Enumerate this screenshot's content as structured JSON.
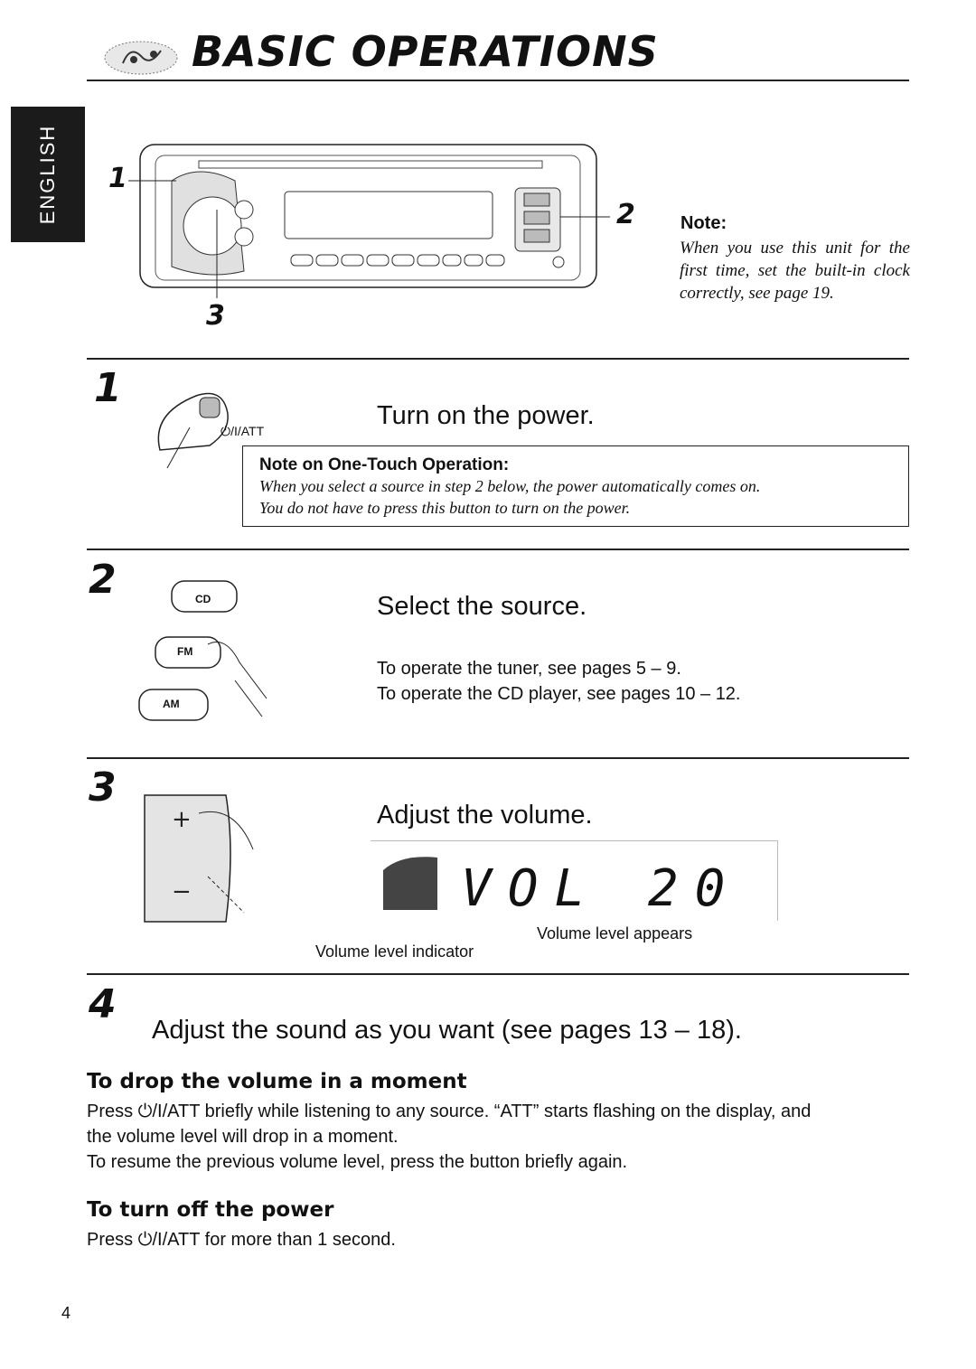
{
  "header": {
    "title": "BASIC OPERATIONS",
    "language_tab": "ENGLISH"
  },
  "diagram": {
    "callouts": [
      "1",
      "2",
      "3"
    ]
  },
  "intro_note": {
    "label": "Note:",
    "text": "When you use this unit for the first time, set the built-in clock correctly, see page 19."
  },
  "steps": [
    {
      "number": "1",
      "heading": "Turn on the power.",
      "button_label": "⏻/I/ATT",
      "note_title": "Note on One-Touch Operation:",
      "note_lines": [
        "When you select a source in step 2 below, the power automatically comes on.",
        "You do not have to press this button to turn on the power."
      ]
    },
    {
      "number": "2",
      "heading": "Select the source.",
      "buttons": [
        "CD",
        "FM",
        "AM"
      ],
      "lines": [
        "To operate the tuner, see pages 5 – 9.",
        "To operate the CD player, see pages 10 – 12."
      ]
    },
    {
      "number": "3",
      "heading": "Adjust the volume.",
      "display_text": "VOL 20",
      "caption_indicator": "Volume level indicator",
      "caption_level": "Volume level appears"
    },
    {
      "number": "4",
      "heading": "Adjust the sound as you want (see pages 13 – 18)."
    }
  ],
  "sections": [
    {
      "title": "To drop the volume in a moment",
      "lines": [
        "Press ⏻/I/ATT briefly while listening to any source. “ATT” starts flashing on the display, and",
        "the volume level will drop in a moment.",
        "To resume the previous volume level, press the button briefly again."
      ]
    },
    {
      "title": "To turn off the power",
      "lines": [
        "Press ⏻/I/ATT for more than 1 second."
      ]
    }
  ],
  "page_number": "4"
}
